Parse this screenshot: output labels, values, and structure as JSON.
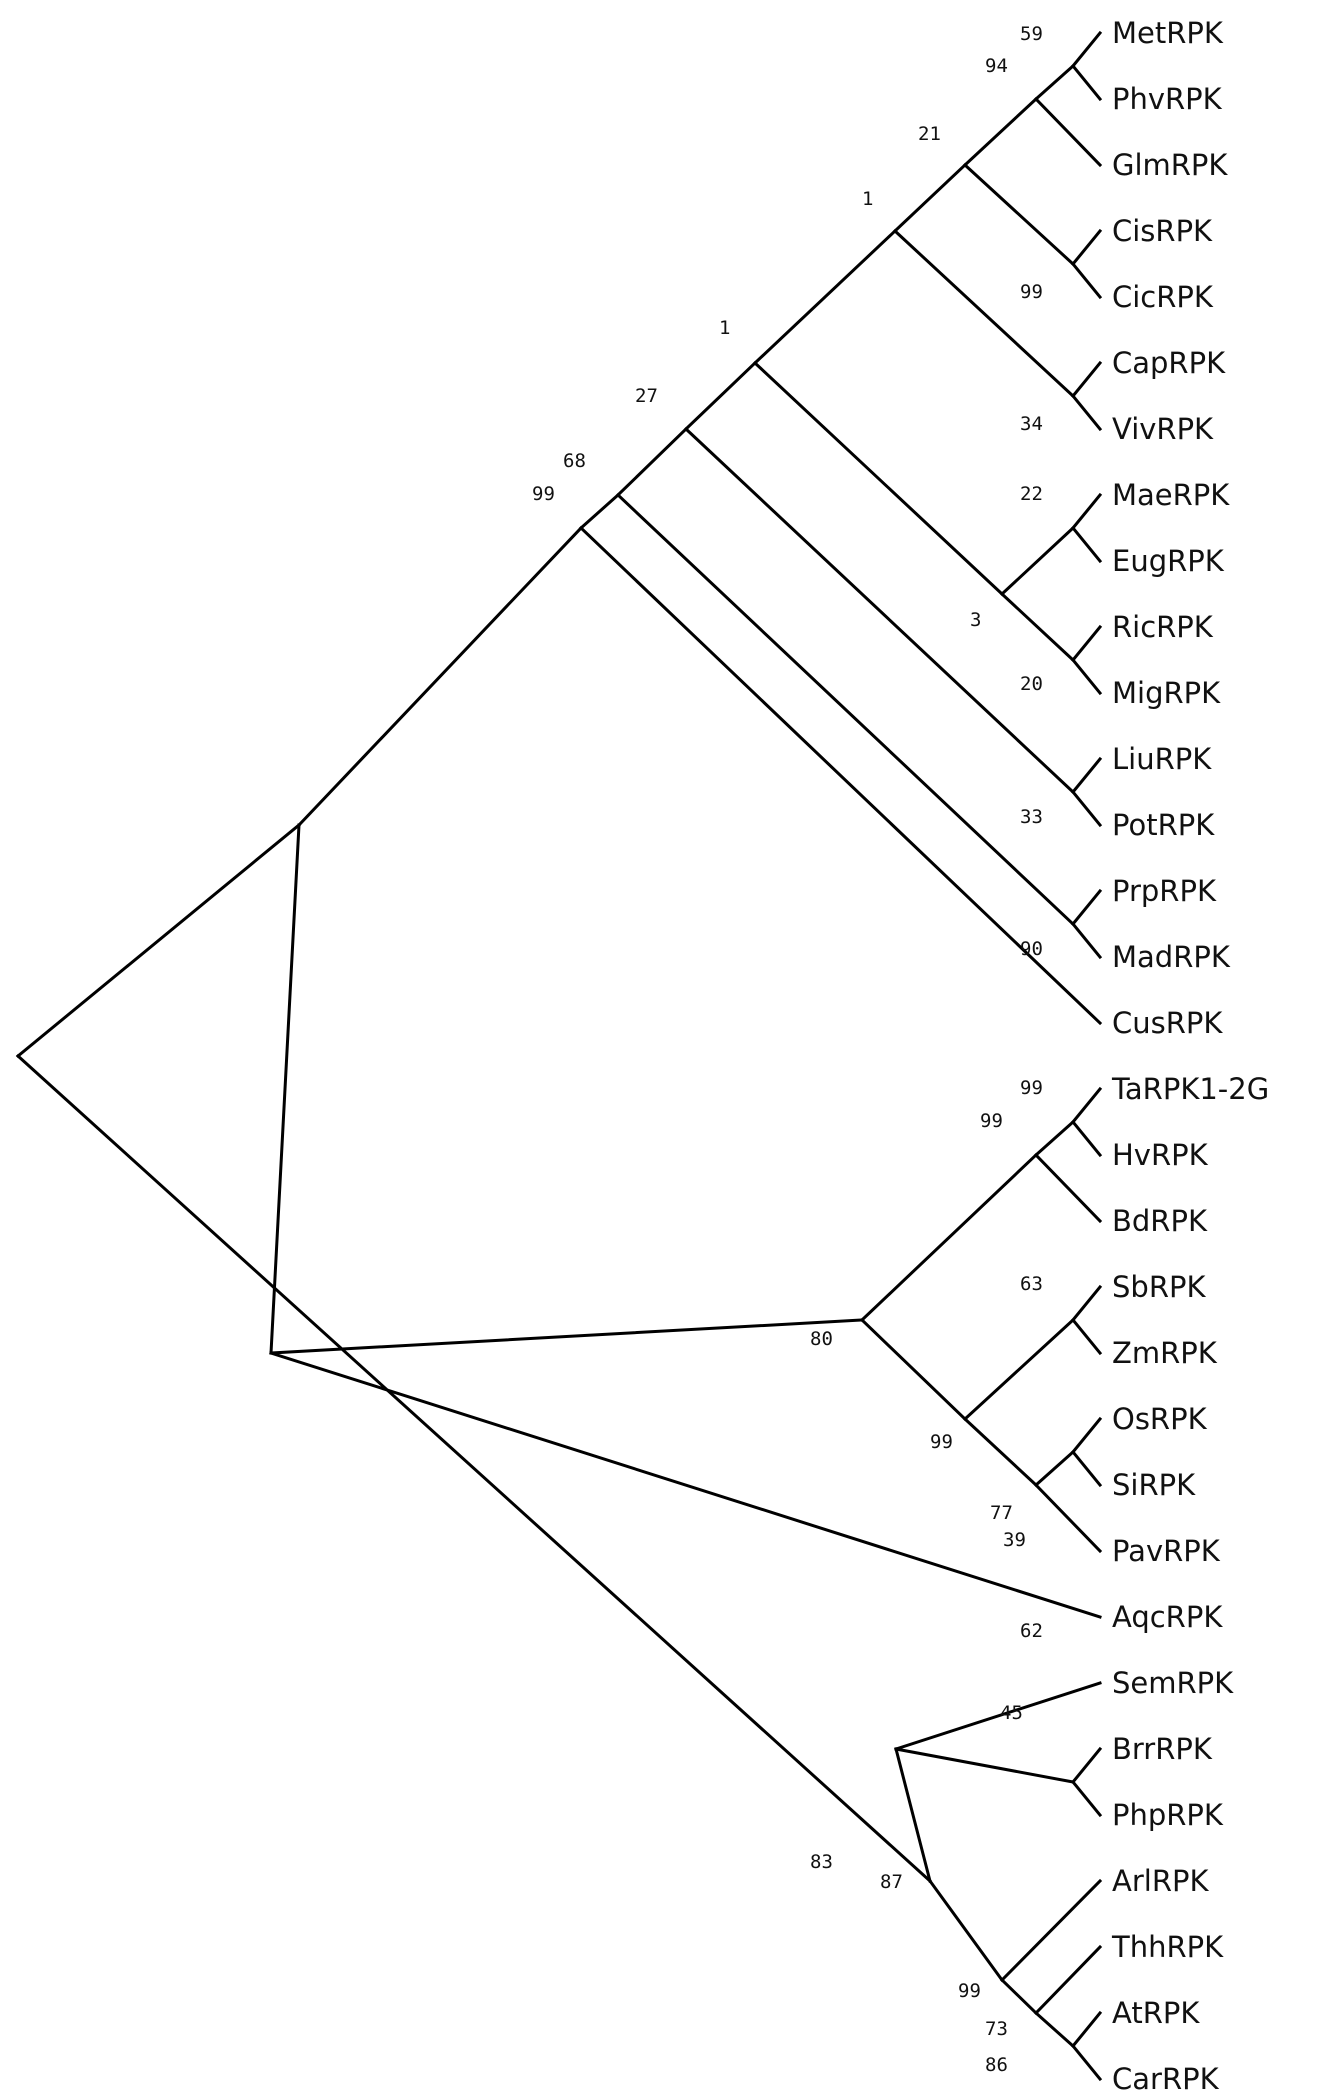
{
  "diagram": {
    "type": "cladogram",
    "taxa": [
      "MetRPK",
      "PhvRPK",
      "GlmRPK",
      "CisRPK",
      "CicRPK",
      "CapRPK",
      "VivRPK",
      "MaeRPK",
      "EugRPK",
      "RicRPK",
      "MigRPK",
      "LiuRPK",
      "PotRPK",
      "PrpRPK",
      "MadRPK",
      "CusRPK",
      "TaRPK1-2G",
      "HvRPK",
      "BdRPK",
      "SbRPK",
      "ZmRPK",
      "OsRPK",
      "SiRPK",
      "PavRPK",
      "AqcRPK",
      "SemRPK",
      "BrrRPK",
      "PhpRPK",
      "ArlRPK",
      "ThhRPK",
      "AtRPK",
      "CarRPK"
    ],
    "bootstrap_labels": [
      "59",
      "94",
      "21",
      "1",
      "99",
      "34",
      "1",
      "27",
      "68",
      "99",
      "22",
      "3",
      "20",
      "33",
      "90",
      "99",
      "99",
      "63",
      "80",
      "99",
      "77",
      "39",
      "62",
      "45",
      "83",
      "87",
      "99",
      "73",
      "86"
    ]
  }
}
